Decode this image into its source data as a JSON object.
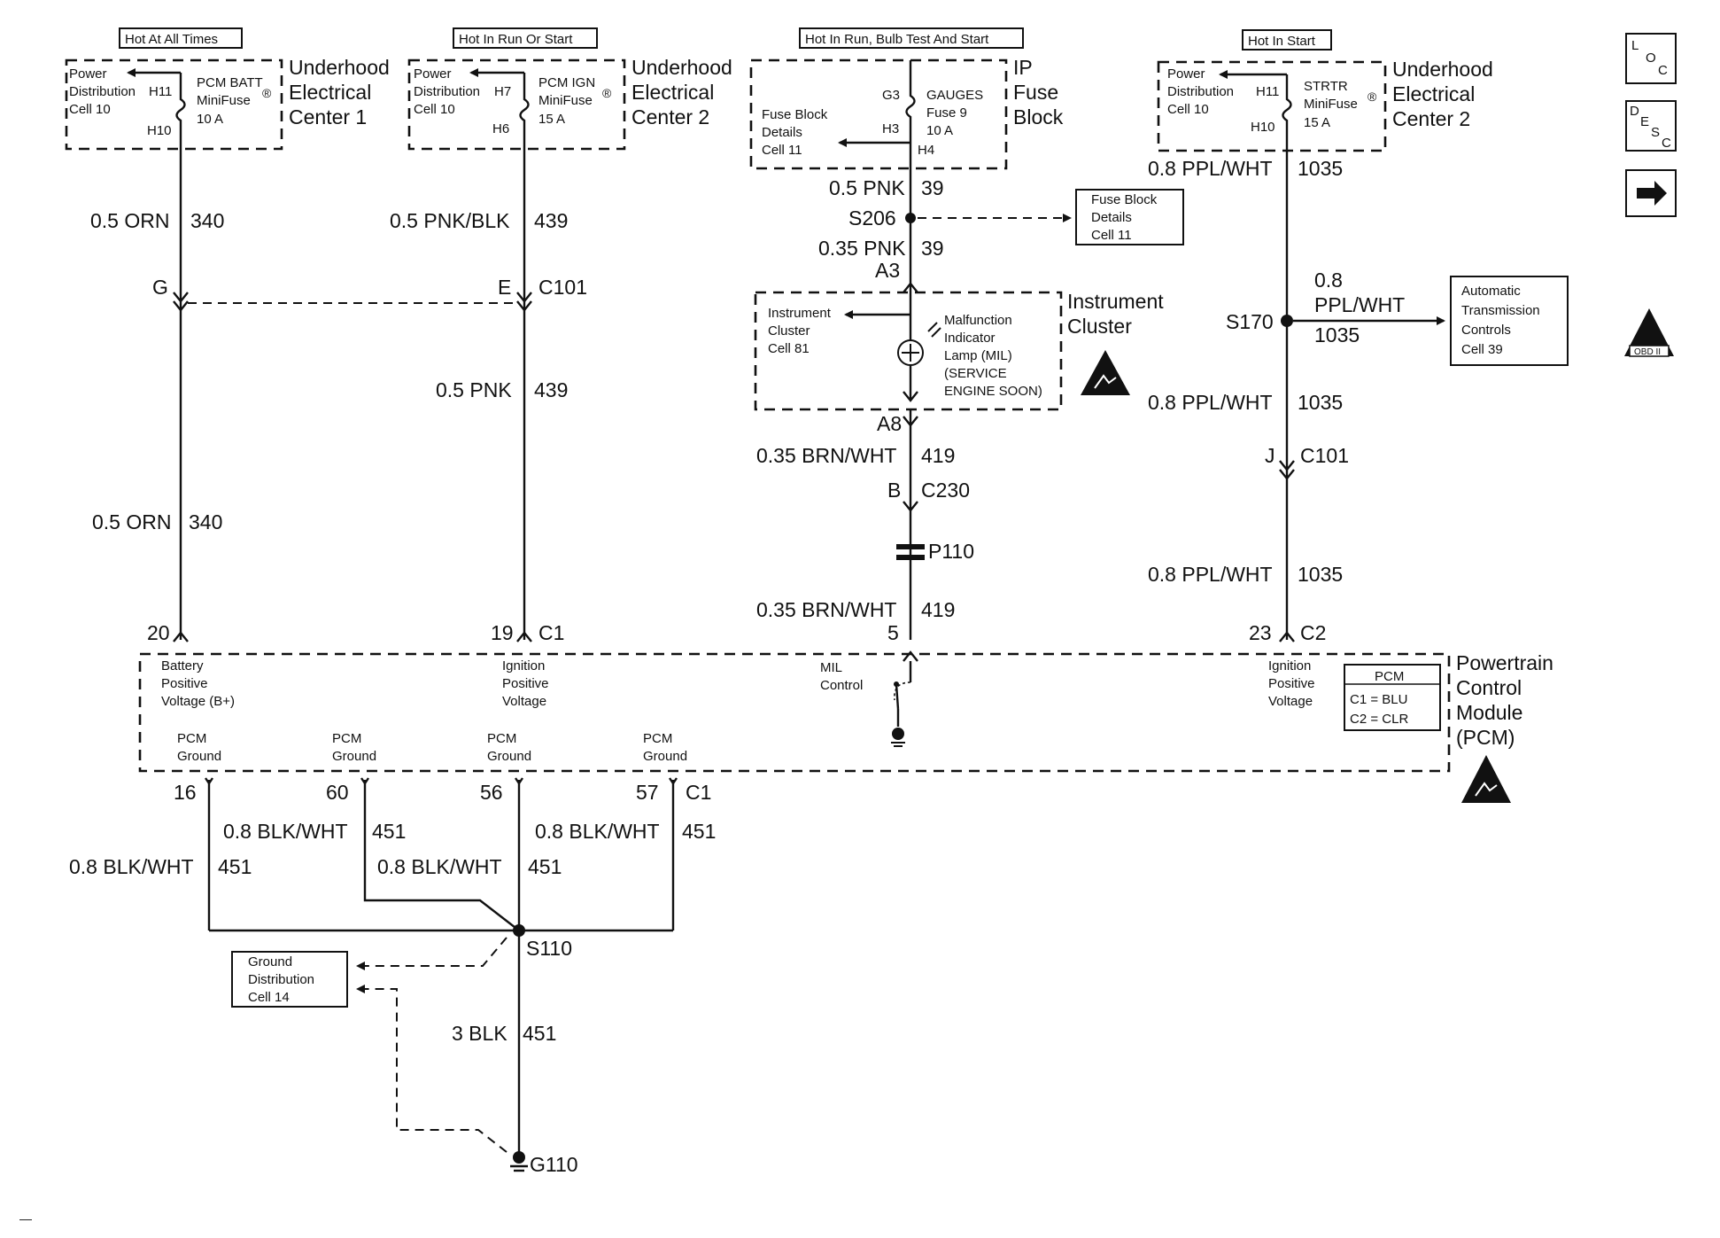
{
  "headers": {
    "hot_at_all_times": "Hot At All Times",
    "hot_in_run_or_start": "Hot In Run Or Start",
    "hot_in_run_bulb_test_start": "Hot In Run, Bulb Test And Start",
    "hot_in_start": "Hot In Start"
  },
  "uec1": {
    "pd_line1": "Power",
    "pd_line2": "Distribution",
    "pd_line3": "Cell 10",
    "top_pin": "H11",
    "bottom_pin": "H10",
    "fuse_line1": "PCM BATT",
    "fuse_line2": "MiniFuse",
    "fuse_line3": "10 A",
    "title_line1": "Underhood",
    "title_line2": "Electrical",
    "title_line3": "Center 1"
  },
  "uec2_left": {
    "pd_line1": "Power",
    "pd_line2": "Distribution",
    "pd_line3": "Cell 10",
    "top_pin": "H7",
    "bottom_pin": "H6",
    "fuse_line1": "PCM IGN",
    "fuse_line2": "MiniFuse",
    "fuse_line3": "15 A",
    "title_line1": "Underhood",
    "title_line2": "Electrical",
    "title_line3": "Center 2"
  },
  "ip_fuse": {
    "fb_line1": "Fuse Block",
    "fb_line2": "Details",
    "fb_line3": "Cell 11",
    "pin_g3": "G3",
    "pin_h3": "H3",
    "pin_h4": "H4",
    "fuse_line1": "GAUGES",
    "fuse_line2": "Fuse 9",
    "fuse_line3": "10 A",
    "title_line1": "IP",
    "title_line2": "Fuse",
    "title_line3": "Block"
  },
  "uec2_right": {
    "pd_line1": "Power",
    "pd_line2": "Distribution",
    "pd_line3": "Cell 10",
    "top_pin": "H11",
    "bottom_pin": "H10",
    "fuse_line1": "STRTR",
    "fuse_line2": "MiniFuse",
    "fuse_line3": "15 A",
    "title_line1": "Underhood",
    "title_line2": "Electrical",
    "title_line3": "Center 2"
  },
  "wires": {
    "w340_top_gauge": "0.5 ORN",
    "w340_top_num": "340",
    "w340_bot_gauge": "0.5 ORN",
    "w340_bot_num": "340",
    "w439_top_gauge": "0.5 PNK/BLK",
    "w439_top_num": "439",
    "w439_bot_gauge": "0.5 PNK",
    "w439_bot_num": "439",
    "w39_top_gauge": "0.5 PNK",
    "w39_top_num": "39",
    "w39_bot_gauge": "0.35 PNK",
    "w39_bot_num": "39",
    "w419_top_gauge": "0.35 BRN/WHT",
    "w419_top_num": "419",
    "w419_bot_gauge": "0.35 BRN/WHT",
    "w419_bot_num": "419",
    "w1035_1_gauge": "0.8 PPL/WHT",
    "w1035_1_num": "1035",
    "w1035_branch_g1": "0.8",
    "w1035_branch_g2": "PPL/WHT",
    "w1035_branch_num": "1035",
    "w1035_2_gauge": "0.8 PPL/WHT",
    "w1035_2_num": "1035",
    "w1035_3_gauge": "0.8 PPL/WHT",
    "w1035_3_num": "1035",
    "g_451_a_gauge": "0.8 BLK/WHT",
    "g_451_a_num": "451",
    "g_451_b_gauge": "0.8 BLK/WHT",
    "g_451_b_num": "451",
    "g_451_c_gauge": "0.8 BLK/WHT",
    "g_451_c_num": "451",
    "g_451_d_gauge": "0.8 BLK/WHT",
    "g_451_d_num": "451",
    "g_451_main_gauge": "3 BLK",
    "g_451_main_num": "451"
  },
  "connectors": {
    "g": "G",
    "e": "E",
    "c101_left": "C101",
    "s206": "S206",
    "a3": "A3",
    "a8": "A8",
    "b": "B",
    "c230": "C230",
    "p110": "P110",
    "s170": "S170",
    "j": "J",
    "c101_right": "C101",
    "pin20": "20",
    "pin19": "19",
    "c1_top": "C1",
    "pin5": "5",
    "pin23": "23",
    "c2": "C2",
    "pin16": "16",
    "pin60": "60",
    "pin56": "56",
    "pin57": "57",
    "c1_bottom": "C1",
    "s110": "S110",
    "g110": "G110"
  },
  "refboxes": {
    "fb2_line1": "Fuse Block",
    "fb2_line2": "Details",
    "fb2_line3": "Cell 11",
    "atc_line1": "Automatic",
    "atc_line2": "Transmission",
    "atc_line3": "Controls",
    "atc_line4": "Cell 39",
    "gd_line1": "Ground",
    "gd_line2": "Distribution",
    "gd_line3": "Cell 14"
  },
  "cluster": {
    "ref_line1": "Instrument",
    "ref_line2": "Cluster",
    "ref_line3": "Cell 81",
    "mil_line1": "Malfunction",
    "mil_line2": "Indicator",
    "mil_line3": "Lamp (MIL)",
    "mil_line4": "(SERVICE",
    "mil_line5": "ENGINE SOON)",
    "title_line1": "Instrument",
    "title_line2": "Cluster"
  },
  "pcm": {
    "bat_line1": "Battery",
    "bat_line2": "Positive",
    "bat_line3": "Voltage (B+)",
    "ign_line1": "Ignition",
    "ign_line2": "Positive",
    "ign_line3": "Voltage",
    "mil_line1": "MIL",
    "mil_line2": "Control",
    "ign2_line1": "Ignition",
    "ign2_line2": "Positive",
    "ign2_line3": "Voltage",
    "gnd_a1": "PCM",
    "gnd_a2": "Ground",
    "gnd_b1": "PCM",
    "gnd_b2": "Ground",
    "gnd_c1": "PCM",
    "gnd_c2": "Ground",
    "gnd_d1": "PCM",
    "gnd_d2": "Ground",
    "legend_title": "PCM",
    "legend_c1": "C1 = BLU",
    "legend_c2": "C2 = CLR",
    "title_line1": "Powertrain",
    "title_line2": "Control",
    "title_line3": "Module",
    "title_line4": "(PCM)"
  },
  "side_icons": {
    "loc_l": "L",
    "loc_o": "O",
    "loc_c": "C",
    "desc_d": "D",
    "desc_e": "E",
    "desc_s": "S",
    "desc_c": "C",
    "obd_label": "OBD II"
  },
  "footer_mark": "—"
}
